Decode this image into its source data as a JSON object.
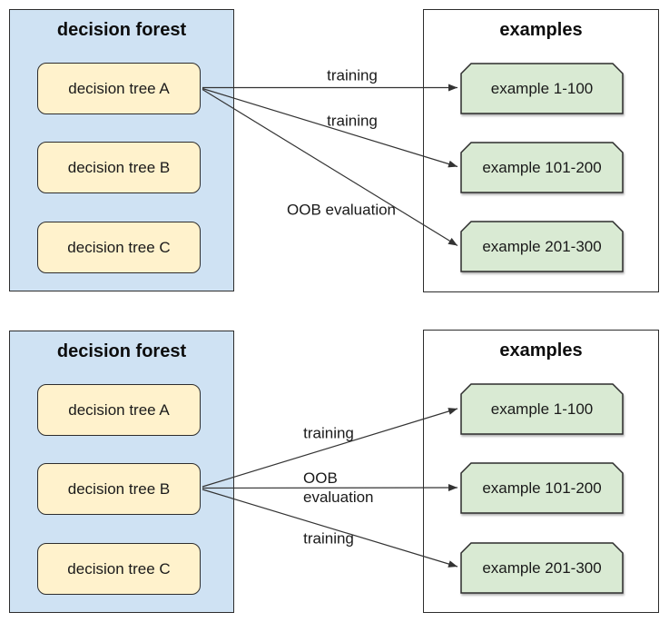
{
  "colors": {
    "forest_fill": "#cfe2f3",
    "tree_fill": "#fff2cc",
    "example_fill": "#d9ead3",
    "examples_panel_fill": "#ffffff",
    "border": "#2d2d2d",
    "arrow": "#333333",
    "text": "#1a1a1a"
  },
  "diagrams": [
    {
      "forest": {
        "title": "decision forest",
        "trees": [
          {
            "label": "decision tree A"
          },
          {
            "label": "decision tree B"
          },
          {
            "label": "decision tree C"
          }
        ]
      },
      "examples": {
        "title": "examples",
        "items": [
          {
            "label": "example 1-100"
          },
          {
            "label": "example 101-200"
          },
          {
            "label": "example 201-300"
          }
        ]
      },
      "arrows": [
        {
          "label": "training",
          "from": "decision tree A",
          "to": "example 1-100"
        },
        {
          "label": "training",
          "from": "decision tree A",
          "to": "example 101-200"
        },
        {
          "label": "OOB evaluation",
          "from": "decision tree A",
          "to": "example 201-300"
        }
      ]
    },
    {
      "forest": {
        "title": "decision forest",
        "trees": [
          {
            "label": "decision tree A"
          },
          {
            "label": "decision tree B"
          },
          {
            "label": "decision tree C"
          }
        ]
      },
      "examples": {
        "title": "examples",
        "items": [
          {
            "label": "example 1-100"
          },
          {
            "label": "example 101-200"
          },
          {
            "label": "example 201-300"
          }
        ]
      },
      "arrows": [
        {
          "label": "training",
          "from": "decision tree B",
          "to": "example 1-100"
        },
        {
          "label": "OOB\nevaluation",
          "from": "decision tree B",
          "to": "example 101-200"
        },
        {
          "label": "training",
          "from": "decision tree B",
          "to": "example 201-300"
        }
      ]
    }
  ]
}
